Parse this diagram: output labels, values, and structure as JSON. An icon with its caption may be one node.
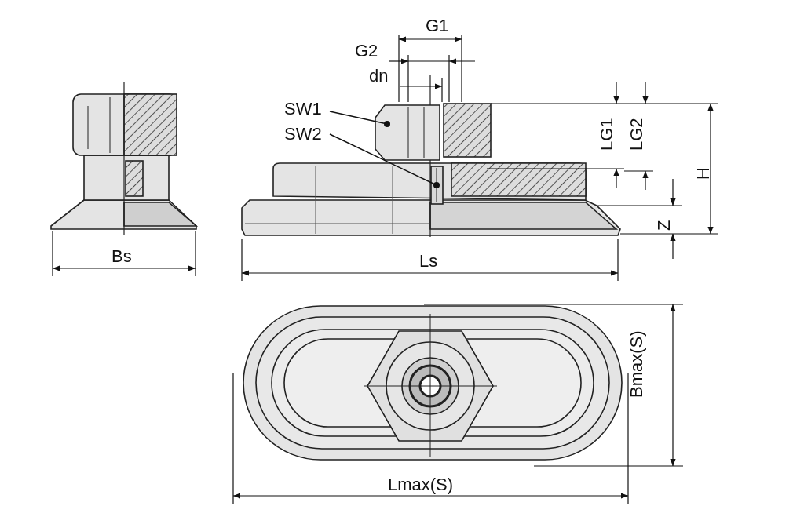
{
  "diagram": {
    "nodes": [
      {
        "text": [
          "SW1"
        ]
      },
      {
        "text": [
          "SW2"
        ]
      },
      {
        "text": [],
        "shape": "picture"
      },
      {
        "text": [],
        "shape": "picture"
      }
    ],
    "edges": [
      {
        "from": 0,
        "to": 2,
        "arrow": "other"
      },
      {
        "from": 1,
        "to": 3,
        "arrow": "other"
      }
    ],
    "labels": [
      "G1",
      "G2",
      "dn",
      "LG1",
      "LG2",
      "H",
      "Z",
      "Bs",
      "Ls",
      "Bmax(S)",
      "Lmax(S)"
    ]
  }
}
